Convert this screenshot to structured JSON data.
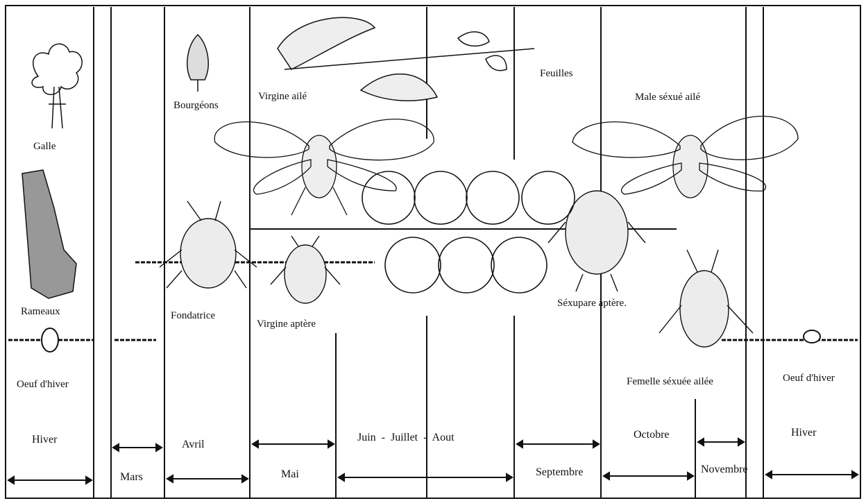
{
  "labels": {
    "galle": "Galle",
    "rameaux": "Rameaux",
    "oeuf_left": "Oeuf d'hiver",
    "bourgeons": "Bourgéons",
    "fondatrice": "Fondatrice",
    "virgine_aile": "Virgine ailé",
    "virgine_aptere": "Virgine aptère",
    "feuilles": "Feuilles",
    "male": "Male séxué ailé",
    "sexupare": "Séxupare aptère.",
    "femelle": "Femelle séxuée ailée",
    "oeuf_right": "Oeuf d'hiver"
  },
  "months": {
    "hiver_left": "Hiver",
    "mars": "Mars",
    "avril": "Avril",
    "mai": "Mai",
    "juin_aout": "Juin  -  Juillet  -  Aout",
    "septembre": "Septembre",
    "octobre": "Octobre",
    "novembre": "Novembre",
    "hiver_right": "Hiver"
  },
  "icons": [
    "gall-icon",
    "twig-icon",
    "egg-icon",
    "bud-icon",
    "leaf-branch-icon",
    "winged-aphid-icon",
    "wingless-aphid-icon",
    "cycle-loop-icon"
  ]
}
